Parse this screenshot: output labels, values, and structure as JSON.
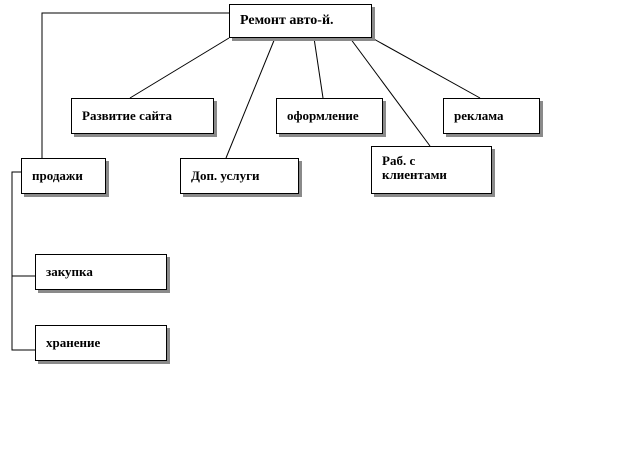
{
  "diagram": {
    "root": {
      "label": "Ремонт авто-й."
    },
    "branches": [
      {
        "id": "site",
        "label": "Развитие сайта"
      },
      {
        "id": "design",
        "label": "оформление"
      },
      {
        "id": "ads",
        "label": "реклама"
      },
      {
        "id": "sales",
        "label": "продажи"
      },
      {
        "id": "extra",
        "label": "Доп. услуги"
      },
      {
        "id": "clients",
        "label": "Раб. с клиентами"
      }
    ],
    "sales_children": [
      {
        "id": "purchase",
        "label": "закупка"
      },
      {
        "id": "storage",
        "label": "хранение"
      }
    ],
    "line_color": "#000000",
    "shadow_color": "#8a8a8a"
  }
}
